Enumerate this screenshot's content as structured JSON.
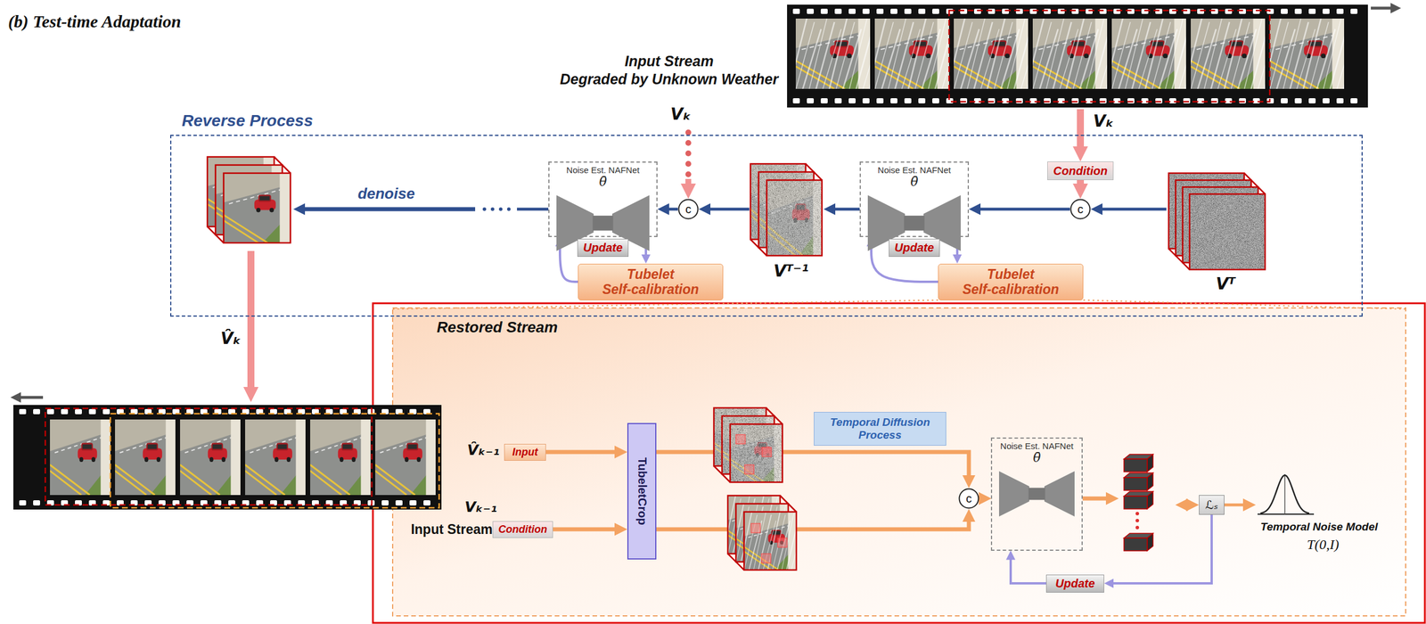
{
  "diagram": {
    "title": "(b) Test-time Adaptation",
    "nodes": [
      {
        "text": [
          "Reverse Process"
        ]
      },
      {
        "text": [
          "Noise Est. NAFNet",
          "θ̄"
        ],
        "in": 0
      },
      {
        "text": [
          "Noise Est. NAFNet",
          "θ̄"
        ],
        "in": 0
      },
      {
        "text": [
          "Condition"
        ],
        "in": 0
      },
      {
        "text": [
          "Tubelet Self-calibration"
        ],
        "in": 0
      },
      {
        "text": [
          "Tubelet Self-calibration"
        ],
        "in": 0
      },
      {
        "text": [
          "Update"
        ],
        "in": 0
      },
      {
        "text": [
          "Update"
        ],
        "in": 0
      },
      {
        "text": [
          "c"
        ],
        "in": 0
      },
      {
        "text": [
          "c"
        ],
        "in": 0
      },
      {
        "text": [
          "Input"
        ]
      },
      {
        "text": [
          "Condition"
        ]
      },
      {
        "text": [
          "TubeletCrop"
        ]
      },
      {
        "text": [
          "Temporal Diffusion Process"
        ]
      },
      {
        "text": [
          "c"
        ]
      },
      {
        "text": [
          "Noise Est. NAFNet",
          "θ̄"
        ]
      },
      {
        "text": [
          "Update"
        ]
      },
      {
        "text": [
          "ℒₛ"
        ]
      }
    ],
    "edges": [
      {
        "from": 3,
        "to": 8,
        "arrow": "to"
      },
      {
        "from": 8,
        "to": 1,
        "arrow": "to"
      },
      {
        "from": 4,
        "to": 1,
        "arrow": "to"
      },
      {
        "from": 1,
        "to": 4,
        "arrow": "to"
      },
      {
        "from": 9,
        "to": 2,
        "arrow": "to"
      },
      {
        "from": 5,
        "to": 2,
        "arrow": "to"
      },
      {
        "from": 2,
        "to": 5,
        "arrow": "to"
      },
      {
        "from": 10,
        "to": 12,
        "arrow": "to"
      },
      {
        "from": 11,
        "to": 12,
        "arrow": "to"
      },
      {
        "from": 12,
        "to": 14,
        "arrow": "to"
      },
      {
        "from": 12,
        "to": 14,
        "arrow": "to"
      },
      {
        "from": 14,
        "to": 15,
        "arrow": "to"
      },
      {
        "from": 17,
        "to": 16,
        "arrow": "to"
      },
      {
        "from": 16,
        "to": 15,
        "arrow": "to"
      }
    ],
    "labels": [
      "Input Stream Degraded by Unknown Weather",
      "Vₖ",
      "Vₖ",
      "Vᵀ",
      "Vᵀ⁻¹",
      "denoise",
      "V̂ₖ",
      "Restored Stream",
      "V̂ₖ₋₁",
      "Vₖ₋₁",
      "Input Stream",
      "Temporal Noise Model",
      "T(0,I)"
    ]
  }
}
